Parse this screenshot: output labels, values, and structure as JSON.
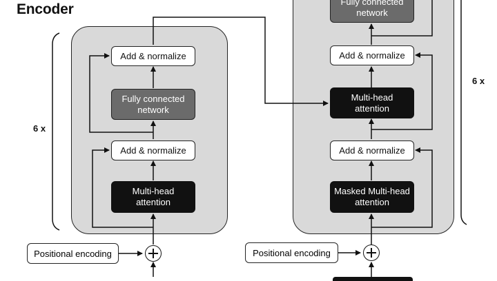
{
  "title": "Encoder",
  "encoder": {
    "repeat": "6 x",
    "add_norm_top": "Add & normalize",
    "ffn_line1": "Fully connected",
    "ffn_line2": "network",
    "add_norm_bottom": "Add & normalize",
    "mha_line1": "Multi-head",
    "mha_line2": "attention",
    "positional": "Positional encoding"
  },
  "decoder": {
    "repeat": "6 x",
    "ffn_line1": "Fully connected",
    "ffn_line2": "network",
    "add_norm_top": "Add & normalize",
    "cross_line1": "Multi-head",
    "cross_line2": "attention",
    "add_norm_bottom": "Add & normalize",
    "masked_line1": "Masked Multi-head",
    "masked_line2": "attention",
    "positional": "Positional encoding"
  },
  "colors": {
    "panel": "#d9d9d9",
    "dark": "#111111",
    "gray": "#6b6b6b"
  }
}
